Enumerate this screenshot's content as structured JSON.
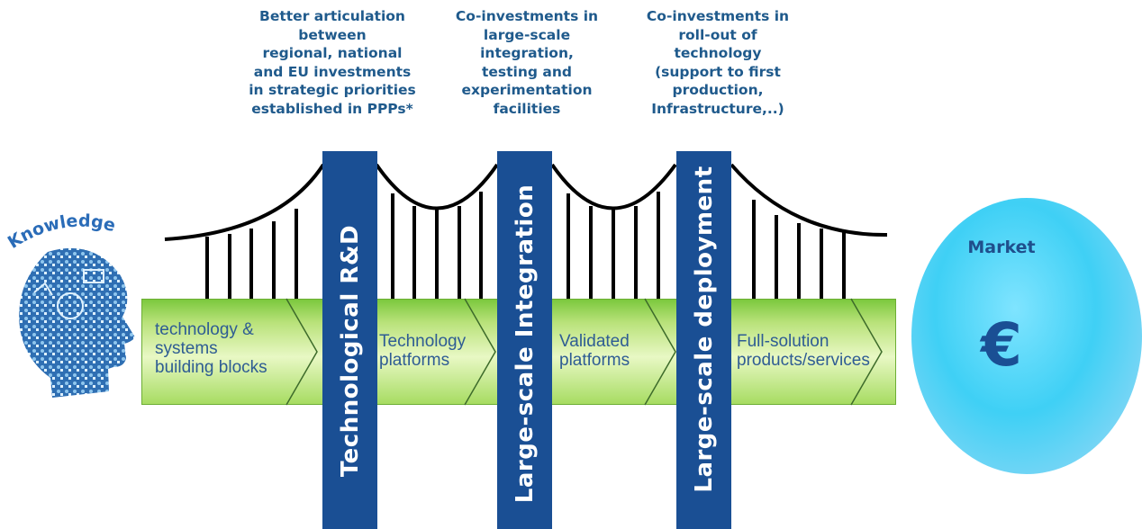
{
  "notes": [
    {
      "text": "Better articulation\nbetween\nregional, national\nand EU investments\nin strategic priorities\nestablished in PPPs*"
    },
    {
      "text": "Co-investments in\nlarge-scale\nintegration,\ntesting and\nexperimentation\nfacilities"
    },
    {
      "text": "Co-investments in\nroll-out of\ntechnology\n(support to first\nproduction,\nInfrastructure,..)"
    }
  ],
  "pillars": [
    {
      "label": "Technological  R&D"
    },
    {
      "label": "Large-scale Integration"
    },
    {
      "label": "Large-scale deployment"
    }
  ],
  "stages": [
    {
      "text": "technology &\nsystems\nbuilding blocks"
    },
    {
      "text": "Technology\nplatforms"
    },
    {
      "text": "Validated\nplatforms"
    },
    {
      "text": "Full-solution\nproducts/services"
    }
  ],
  "knowledge": {
    "label": "Knowledge"
  },
  "market": {
    "label": "Market",
    "symbol": "€"
  },
  "colors": {
    "pillar": "#1a4f94",
    "note_text": "#1f5a8c",
    "band": "#a7dc62",
    "market": "#3fd0f5"
  }
}
